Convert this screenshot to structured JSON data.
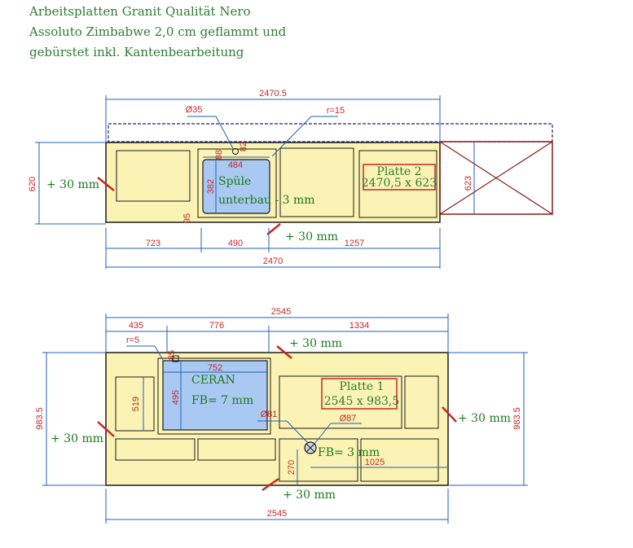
{
  "header": {
    "line1": "Arbeitsplatten Granit Qualität Nero",
    "line2": "Assoluto Zimbabwe 2,0 cm geflammt und",
    "line3": "gebürstet inkl. Kantenbearbeitung"
  },
  "plate2": {
    "top_total": "2470.5",
    "dia": "Ø35",
    "radius": "r=15",
    "sink_width": "484",
    "small_88": "88",
    "small_82": "82",
    "sink_height": "382",
    "small_95": "95",
    "left_depth": "620",
    "right_depth": "623",
    "left_edge": "+ 30 mm",
    "bottom_edge": "+ 30 mm",
    "sink_name": "Spüle",
    "sink_note": "unterbau - 3 mm",
    "plate_name": "Platte 2",
    "plate_size": "2470,5 x 623",
    "seg_left": "723",
    "seg_mid": "490",
    "seg_right": "1257",
    "bottom_total": "2470"
  },
  "plate1": {
    "seg_435": "435",
    "seg_776": "776",
    "top_total": "2545",
    "seg_1334": "1334",
    "radius": "r=5",
    "small_85": "85",
    "top_edge": "+ 30 mm",
    "hob_width": "752",
    "left_519": "519",
    "hob_height": "495",
    "hob_name": "CERAN",
    "hob_note": "FB= 7 mm",
    "plate_name": "Platte 1",
    "plate_size": "2545 x 983,5",
    "dia81": "Ø81",
    "dia87": "Ø87",
    "fb3": "FB= 3 mm",
    "depth_left": "983.5",
    "depth_right": "983.5",
    "left_edge": "+ 30 mm",
    "right_edge": "+ 30 mm",
    "small_270": "270",
    "seg_1025": "1025",
    "bottom_edge": "+ 30 mm",
    "bottom_total": "2545"
  },
  "colors": {
    "plate_fill": "#faf3b4",
    "sink_fill": "#a9c9f2",
    "dimension": "#c62828",
    "line": "#1f5fbf",
    "label": "#1b7a1b"
  }
}
